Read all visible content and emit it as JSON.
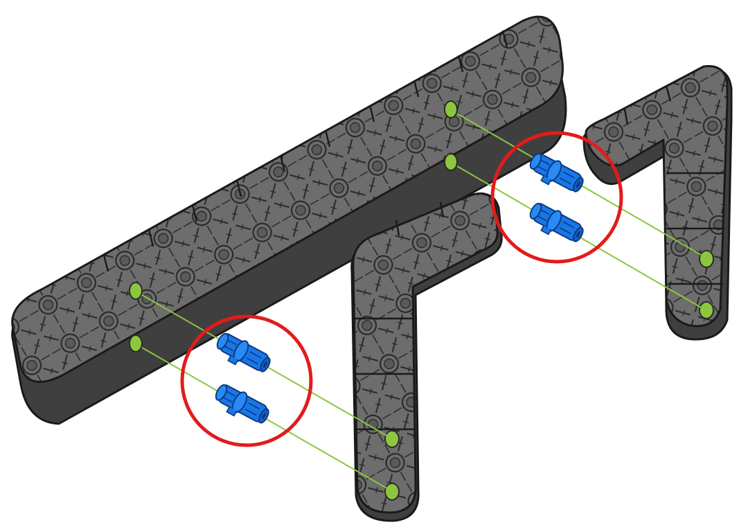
{
  "diagram": {
    "kind": "exploded-assembly-instruction",
    "colors": {
      "beam_top": "#6d6d6d",
      "beam_side": "#3f3f3f",
      "beam_edge": "#1a1a1a",
      "beam_cutout": "#4a4a4a",
      "hole_highlight": "#8cc63f",
      "guide_line": "#8cc63f",
      "pin_fill": "#1976e6",
      "pin_dark": "#0d4ea6",
      "callout_circle": "#e31b1b"
    },
    "parts": [
      {
        "id": "long-beam",
        "icon": "long-straight-beam",
        "count": 1
      },
      {
        "id": "left-bracket",
        "icon": "right-angle-beam",
        "count": 1
      },
      {
        "id": "right-bracket",
        "icon": "right-angle-beam",
        "count": 1
      },
      {
        "id": "connector-pins",
        "icon": "connector-pin",
        "count": 4
      }
    ],
    "callouts": [
      {
        "id": "left-pins",
        "pin_count": 2
      },
      {
        "id": "right-pins",
        "pin_count": 2
      }
    ]
  }
}
